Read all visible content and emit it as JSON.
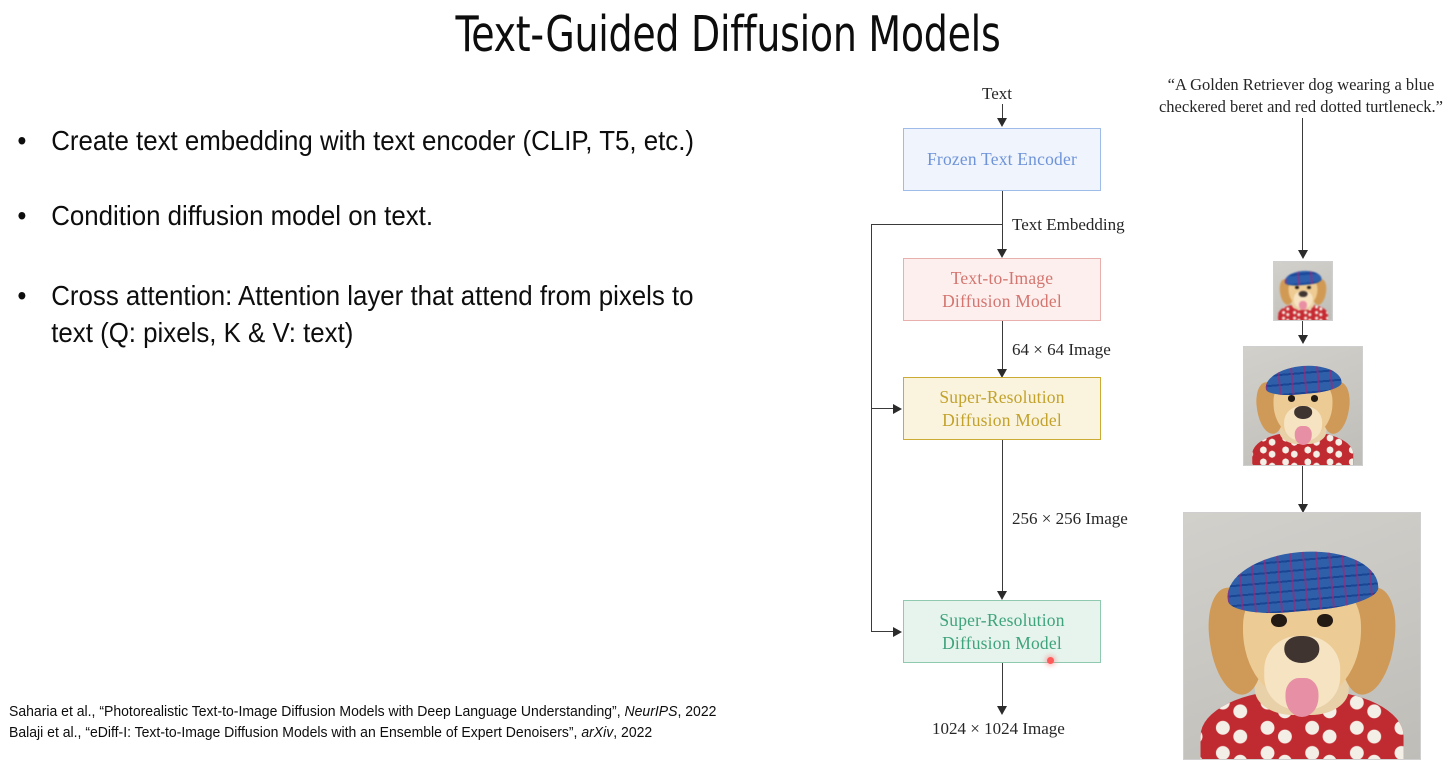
{
  "slide": {
    "title": "Text-Guided Diffusion Models",
    "bullet_marker": "•",
    "bullets": [
      "Create text embedding with text encoder (CLIP, T5, etc.)",
      "Condition diffusion model on text.",
      "Cross attention: Attention layer that attend from pixels to text (Q: pixels, K & V: text)"
    ],
    "citations": [
      {
        "pre": "Saharia et al., “Photorealistic Text-to-Image Diffusion Models with Deep Language Understanding”, ",
        "venue": "NeurIPS",
        "post": ", 2022"
      },
      {
        "pre": "Balaji et al., “eDiff-I: Text-to-Image Diffusion Models with an Ensemble of Expert Denoisers”, ",
        "venue": "arXiv",
        "post": ", 2022"
      }
    ]
  },
  "diagram": {
    "input_label": "Text",
    "edge_labels": {
      "text_embedding": "Text Embedding",
      "image_64": "64 × 64 Image",
      "image_256": "256 × 256 Image",
      "image_1024": "1024 × 1024 Image"
    },
    "boxes": [
      {
        "id": "frozen-text-encoder",
        "line1": "Frozen Text Encoder",
        "line2": "",
        "border_color": "#9fbce8",
        "fill_color": "#eff4fd",
        "text_color": "#6f93d8"
      },
      {
        "id": "text-to-image-diffusion-model",
        "line1": "Text-to-Image",
        "line2": "Diffusion Model",
        "border_color": "#e8b0ac",
        "fill_color": "#fcefee",
        "text_color": "#d4756f"
      },
      {
        "id": "super-resolution-diffusion-model-1",
        "line1": "Super-Resolution",
        "line2": "Diffusion Model",
        "border_color": "#cbab33",
        "fill_color": "#faf4de",
        "text_color": "#c2a22c"
      },
      {
        "id": "super-resolution-diffusion-model-2",
        "line1": "Super-Resolution",
        "line2": "Diffusion Model",
        "border_color": "#8fc9b0",
        "fill_color": "#e6f4ed",
        "text_color": "#3fa37c"
      }
    ]
  },
  "sample": {
    "prompt": "“A Golden Retriever dog wearing a blue checkered beret and red dotted turtleneck.”",
    "images": [
      {
        "id": "sample-64",
        "caption": "64 × 64 Image"
      },
      {
        "id": "sample-256",
        "caption": "256 × 256 Image"
      },
      {
        "id": "sample-1024",
        "caption": "1024 × 1024 Image"
      }
    ]
  },
  "pointer": {
    "color": "#ff5a5a"
  }
}
